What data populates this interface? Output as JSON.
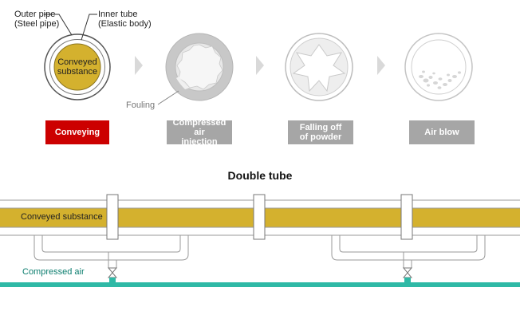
{
  "labels": {
    "outer_pipe_line1": "Outer pipe",
    "outer_pipe_line2": "(Steel pipe)",
    "inner_tube_line1": "Inner tube",
    "inner_tube_line2": "(Elastic body)",
    "conveyed_line1": "Conveyed",
    "conveyed_line2": "substance",
    "fouling": "Fouling",
    "double_tube": "Double tube",
    "conveyed_substance": "Conveyed substance",
    "compressed_air": "Compressed air"
  },
  "steps": [
    {
      "line1": "Conveying",
      "line2": "",
      "color": "#cc0000"
    },
    {
      "line1": "Compressed air",
      "line2": "injection",
      "color": "#a6a6a6"
    },
    {
      "line1": "Falling off",
      "line2": "of powder",
      "color": "#a6a6a6"
    },
    {
      "line1": "Air blow",
      "line2": "",
      "color": "#a6a6a6"
    }
  ],
  "colors": {
    "substance": "#d4b12e",
    "air": "#2fb9a6",
    "outline": "#9a9a9a",
    "arrow": "#d9d9d9"
  }
}
